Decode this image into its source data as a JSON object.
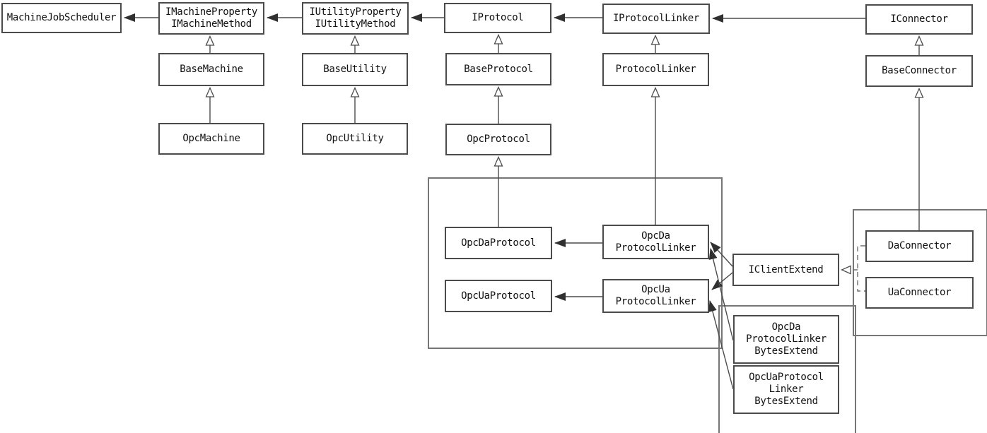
{
  "diagram": {
    "kind": "uml-class-diagram",
    "nodes": {
      "machineJobScheduler": {
        "label": "MachineJobScheduler"
      },
      "iMachine": {
        "label": "IMachineProperty\nIMachineMethod"
      },
      "iUtility": {
        "label": "IUtilityProperty\nIUtilityMethod"
      },
      "iProtocol": {
        "label": "IProtocol"
      },
      "iProtocolLinker": {
        "label": "IProtocolLinker"
      },
      "iConnector": {
        "label": "IConnector"
      },
      "baseMachine": {
        "label": "BaseMachine"
      },
      "baseUtility": {
        "label": "BaseUtility"
      },
      "baseProtocol": {
        "label": "BaseProtocol"
      },
      "protocolLinker": {
        "label": "ProtocolLinker"
      },
      "baseConnector": {
        "label": "BaseConnector"
      },
      "opcMachine": {
        "label": "OpcMachine"
      },
      "opcUtility": {
        "label": "OpcUtility"
      },
      "opcProtocol": {
        "label": "OpcProtocol"
      },
      "opcDaProtocol": {
        "label": "OpcDaProtocol"
      },
      "opcDaProtocolLinker": {
        "label": "OpcDa\nProtocolLinker"
      },
      "opcUaProtocol": {
        "label": "OpcUaProtocol"
      },
      "opcUaProtocolLinker": {
        "label": "OpcUa\nProtocolLinker"
      },
      "iClientExtend": {
        "label": "IClientExtend"
      },
      "daConnector": {
        "label": "DaConnector"
      },
      "uaConnector": {
        "label": "UaConnector"
      },
      "opcDaProtocolLinkerBytesExtend": {
        "label": "OpcDa\nProtocolLinker\nBytesExtend"
      },
      "opcUaProtocolLinkerBytesExtend": {
        "label": "OpcUaProtocol\nLinker\nBytesExtend"
      }
    },
    "relationships": [
      {
        "from": "IMachineProperty IMachineMethod",
        "to": "MachineJobScheduler",
        "type": "association"
      },
      {
        "from": "IUtilityProperty IUtilityMethod",
        "to": "IMachineProperty IMachineMethod",
        "type": "association"
      },
      {
        "from": "IProtocol",
        "to": "IUtilityProperty IUtilityMethod",
        "type": "association"
      },
      {
        "from": "IProtocolLinker",
        "to": "IProtocol",
        "type": "association"
      },
      {
        "from": "IConnector",
        "to": "IProtocolLinker",
        "type": "association"
      },
      {
        "from": "BaseMachine",
        "to": "IMachineProperty IMachineMethod",
        "type": "generalization"
      },
      {
        "from": "BaseUtility",
        "to": "IUtilityProperty IUtilityMethod",
        "type": "generalization"
      },
      {
        "from": "BaseProtocol",
        "to": "IProtocol",
        "type": "generalization"
      },
      {
        "from": "ProtocolLinker",
        "to": "IProtocolLinker",
        "type": "generalization"
      },
      {
        "from": "BaseConnector",
        "to": "IConnector",
        "type": "generalization"
      },
      {
        "from": "OpcMachine",
        "to": "BaseMachine",
        "type": "generalization"
      },
      {
        "from": "OpcUtility",
        "to": "BaseUtility",
        "type": "generalization"
      },
      {
        "from": "OpcProtocol",
        "to": "BaseProtocol",
        "type": "generalization"
      },
      {
        "from": "OpcDaProtocol",
        "to": "OpcProtocol",
        "type": "generalization"
      },
      {
        "from": "OpcDaProtocolLinker",
        "to": "ProtocolLinker",
        "type": "generalization"
      },
      {
        "from": "DaConnector",
        "to": "BaseConnector",
        "type": "generalization"
      },
      {
        "from": "OpcDaProtocolLinker",
        "to": "OpcDaProtocol",
        "type": "association"
      },
      {
        "from": "OpcUaProtocolLinker",
        "to": "OpcUaProtocol",
        "type": "association"
      },
      {
        "from": "IClientExtend",
        "to": "OpcDaProtocolLinker",
        "type": "association"
      },
      {
        "from": "IClientExtend",
        "to": "OpcUaProtocolLinker",
        "type": "association"
      },
      {
        "from": "OpcDaProtocolLinkerBytesExtend",
        "to": "OpcDaProtocolLinker",
        "type": "association"
      },
      {
        "from": "OpcUaProtocolLinkerBytesExtend",
        "to": "OpcUaProtocolLinker",
        "type": "association"
      },
      {
        "from": "DaConnector",
        "to": "IClientExtend",
        "type": "realization"
      },
      {
        "from": "UaConnector",
        "to": "IClientExtend",
        "type": "realization"
      }
    ],
    "colors": {
      "background": "#ffffff",
      "box_border": "#4b4b4b",
      "group_border": "#767676",
      "line": "#4b4b4b",
      "text": "#111111"
    }
  }
}
